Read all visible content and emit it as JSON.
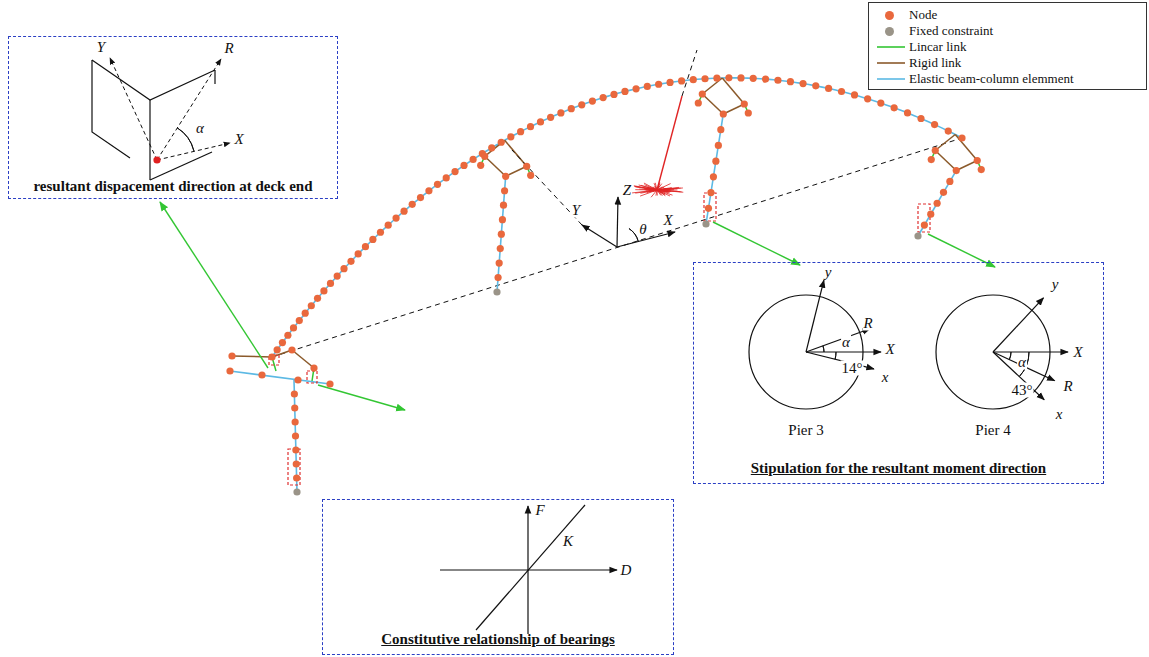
{
  "diagram": {
    "nodes": [
      {
        "text": [
          "resultant dispacement direction at deck end"
        ]
      },
      {
        "text": [
          "Constitutive relationship of bearings"
        ]
      },
      {
        "text": [
          "Stipulation for the resultant moment direction"
        ]
      }
    ],
    "labels": [
      "Y",
      "R",
      "α",
      "X",
      "Y",
      "Z",
      "θ",
      "X",
      "F",
      "K",
      "D",
      "y",
      "R",
      "α",
      "14°",
      "X",
      "x",
      "Pier 3",
      "y",
      "X",
      "α",
      "43°",
      "R",
      "x",
      "Pier 4"
    ],
    "legend": [
      {
        "text": "Node",
        "color": "#e9683d"
      },
      {
        "text": "Fixed constraint",
        "color": "#9a9488"
      },
      {
        "text": "Lincar link"
      },
      {
        "text": "Rigid link"
      },
      {
        "text": "Elastic beam-column elemment"
      }
    ]
  }
}
